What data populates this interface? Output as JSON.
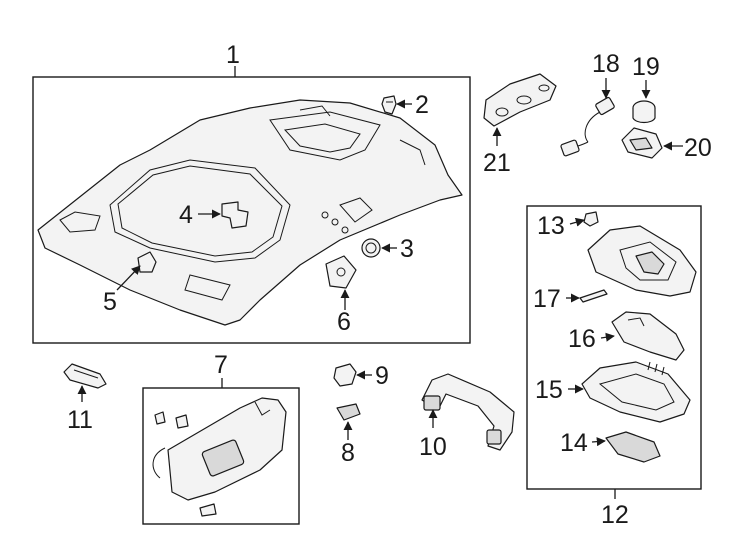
{
  "callouts": {
    "c1": "1",
    "c2": "2",
    "c3": "3",
    "c4": "4",
    "c5": "5",
    "c6": "6",
    "c7": "7",
    "c8": "8",
    "c9": "9",
    "c10": "10",
    "c11": "11",
    "c12": "12",
    "c13": "13",
    "c14": "14",
    "c15": "15",
    "c16": "16",
    "c17": "17",
    "c18": "18",
    "c19": "19",
    "c20": "20",
    "c21": "21"
  },
  "colors": {
    "line": "#1a1a1a",
    "part_fill": "#f3f3f3",
    "part_shade": "#d9d9d9",
    "background": "#ffffff"
  }
}
